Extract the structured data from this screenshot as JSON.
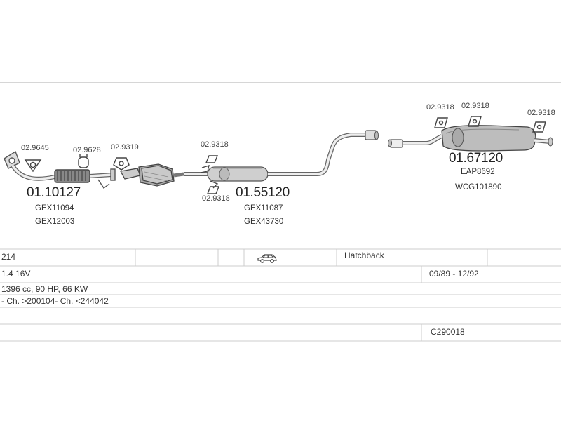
{
  "parts": {
    "clamp_1": "02.9645",
    "clamp_2": "02.9628",
    "clamp_3": "02.9319",
    "clamp_4": "02.9318",
    "clamp_5": "02.9318",
    "clamp_6": "02.9318",
    "clamp_7": "02.9318",
    "clamp_8": "02.9318",
    "front_pipe": {
      "part_no": "01.10127",
      "ref_1": "GEX11094",
      "ref_2": "GEX12003"
    },
    "middle_silencer": {
      "part_no": "01.55120",
      "ref_1": "GEX11087",
      "ref_2": "GEX43730"
    },
    "rear_silencer": {
      "part_no": "01.67120",
      "ref_1": "EAP8692",
      "ref_2": "WCG101890"
    }
  },
  "vehicle": {
    "model": "214",
    "body": "Hatchback",
    "engine": "1.4 16V",
    "years": "09/89 - 12/92",
    "spec": "1396 cc, 90 HP, 66 KW",
    "chassis": "- Ch. >200104- Ch. <244042",
    "catalog_id": "C290018"
  }
}
